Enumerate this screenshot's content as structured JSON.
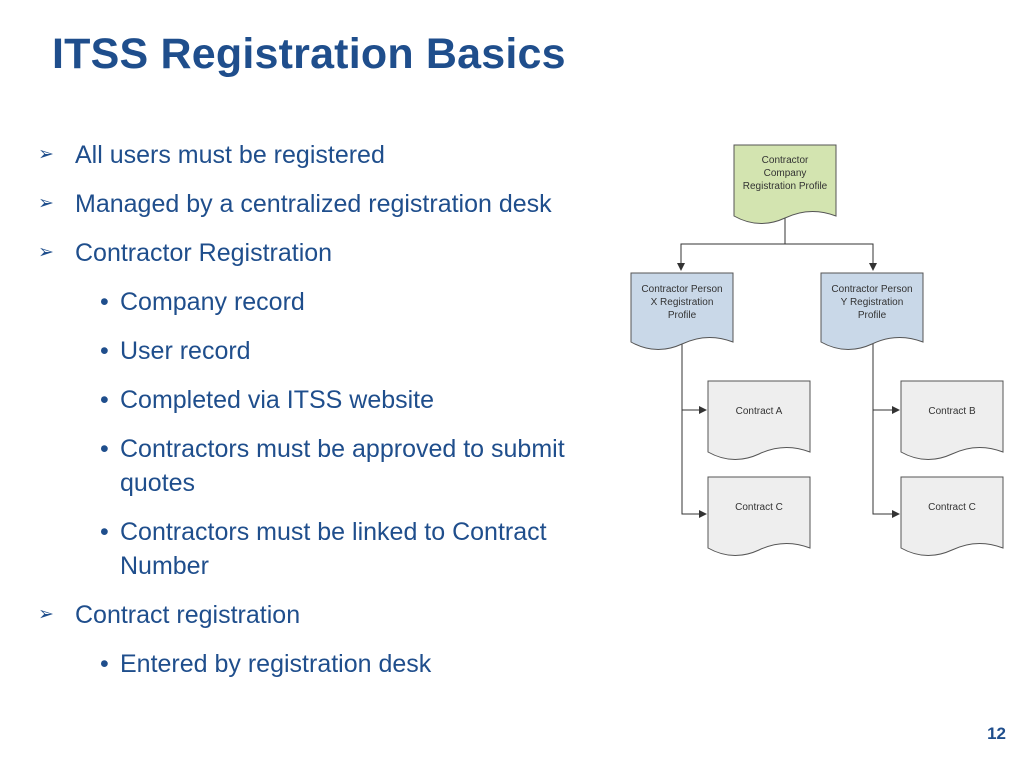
{
  "slide": {
    "title": "ITSS Registration Basics",
    "page_number": "12"
  },
  "bullets": [
    {
      "level": 1,
      "text": "All users must be registered"
    },
    {
      "level": 1,
      "text": "Managed by a centralized registration desk"
    },
    {
      "level": 1,
      "text": "Contractor Registration"
    },
    {
      "level": 2,
      "text": "Company record"
    },
    {
      "level": 2,
      "text": "User record"
    },
    {
      "level": 2,
      "text": "Completed via ITSS website"
    },
    {
      "level": 2,
      "text": "Contractors must be approved to submit quotes"
    },
    {
      "level": 2,
      "text": "Contractors must be linked to Contract Number"
    },
    {
      "level": 1,
      "text": "Contract registration"
    },
    {
      "level": 2,
      "text": "Entered by registration desk"
    }
  ],
  "markers": {
    "level1": "➢",
    "level2": "•"
  },
  "diagram": {
    "company": {
      "line1": "Contractor",
      "line2": "Company",
      "line3": "Registration Profile"
    },
    "person_x": {
      "line1": "Contractor Person",
      "line2": "X Registration",
      "line3": "Profile"
    },
    "person_y": {
      "line1": "Contractor Person",
      "line2": "Y Registration",
      "line3": "Profile"
    },
    "contract_a": "Contract A",
    "contract_c_left": "Contract C",
    "contract_b": "Contract B",
    "contract_c_right": "Contract C"
  },
  "colors": {
    "title": "#1f4e8c",
    "company_fill": "#d3e4b0",
    "person_fill": "#c9d8e8",
    "contract_fill": "#eeeeee"
  }
}
